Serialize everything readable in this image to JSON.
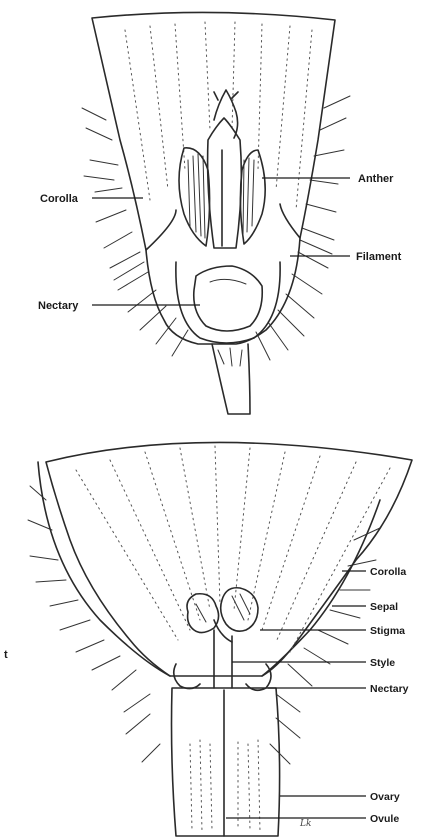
{
  "top_diagram": {
    "labels": {
      "corolla": "Corolla",
      "anther": "Anther",
      "filament": "Filament",
      "nectary": "Nectary"
    }
  },
  "bottom_diagram": {
    "labels": {
      "corolla": "Corolla",
      "sepal": "Sepal",
      "stigma": "Stigma",
      "style": "Style",
      "nectary": "Nectary",
      "ovary": "Ovary",
      "ovule": "Ovule"
    },
    "stray_mark": "t",
    "signature": "Lk"
  }
}
